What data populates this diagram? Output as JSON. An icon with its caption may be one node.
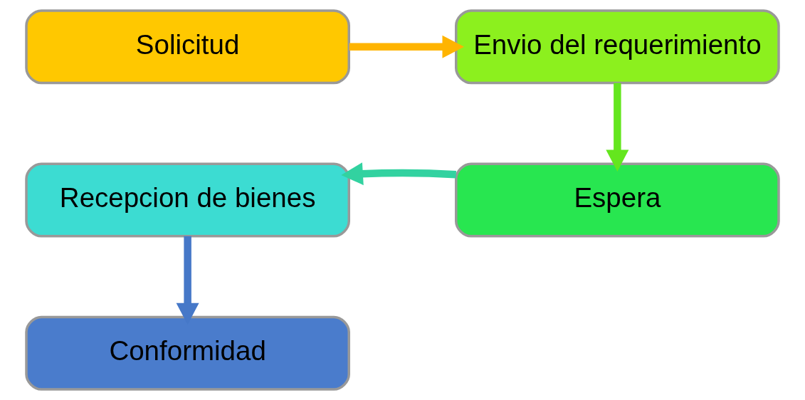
{
  "diagram": {
    "nodes": [
      {
        "text": [
          "Solicitud"
        ]
      },
      {
        "text": [
          "Envio del requerimiento"
        ]
      },
      {
        "text": [
          "Espera"
        ]
      },
      {
        "text": [
          "Recepcion de bienes"
        ]
      },
      {
        "text": [
          "Conformidad"
        ]
      }
    ],
    "edges": [
      {
        "from": 0,
        "to": 1,
        "arrow": "to",
        "color": "#ffb400"
      },
      {
        "from": 1,
        "to": 2,
        "arrow": "to",
        "color": "#64e61e"
      },
      {
        "from": 2,
        "to": 3,
        "arrow": "to",
        "color": "#32d2a0"
      },
      {
        "from": 3,
        "to": 4,
        "arrow": "to",
        "color": "#4678c8"
      }
    ]
  }
}
